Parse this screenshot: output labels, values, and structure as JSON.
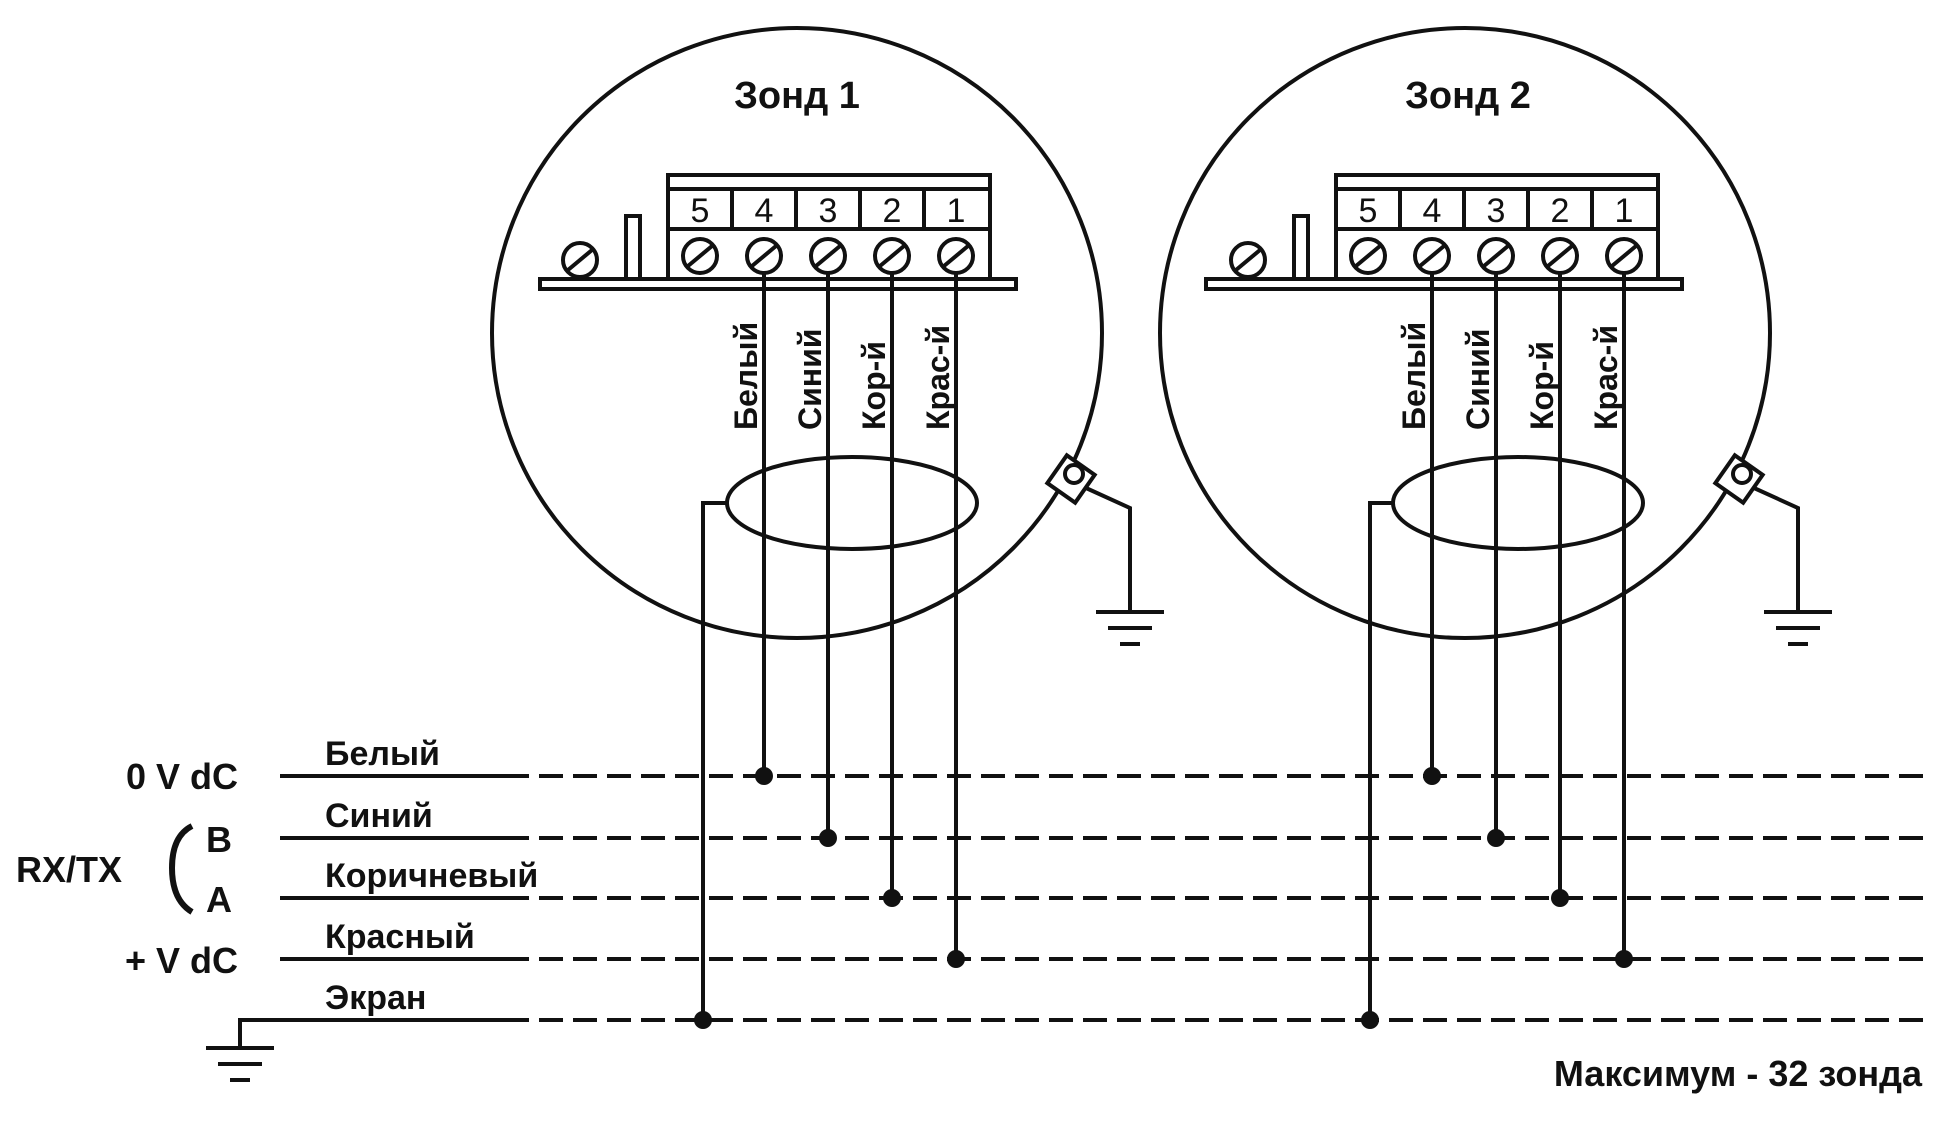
{
  "probes": [
    {
      "title": "Зонд 1"
    },
    {
      "title": "Зонд 2"
    }
  ],
  "terminal_labels": [
    "5",
    "4",
    "3",
    "2",
    "1"
  ],
  "probe_wire_labels": [
    "Белый",
    "Синий",
    "Кор-й",
    "Крас-й"
  ],
  "bus": {
    "lines": [
      {
        "wire_name": "Белый",
        "side_label": "0 V dC"
      },
      {
        "wire_name": "Синий",
        "side_label": "B"
      },
      {
        "wire_name": "Коричневый",
        "side_label": "A"
      },
      {
        "wire_name": "Красный",
        "side_label": "+ V dC"
      },
      {
        "wire_name": "Экран",
        "side_label": ""
      }
    ],
    "group_label": "RX/TX"
  },
  "footer_note": "Максимум - 32 зонда",
  "colors": {
    "line": "#111111",
    "background": "#ffffff"
  }
}
